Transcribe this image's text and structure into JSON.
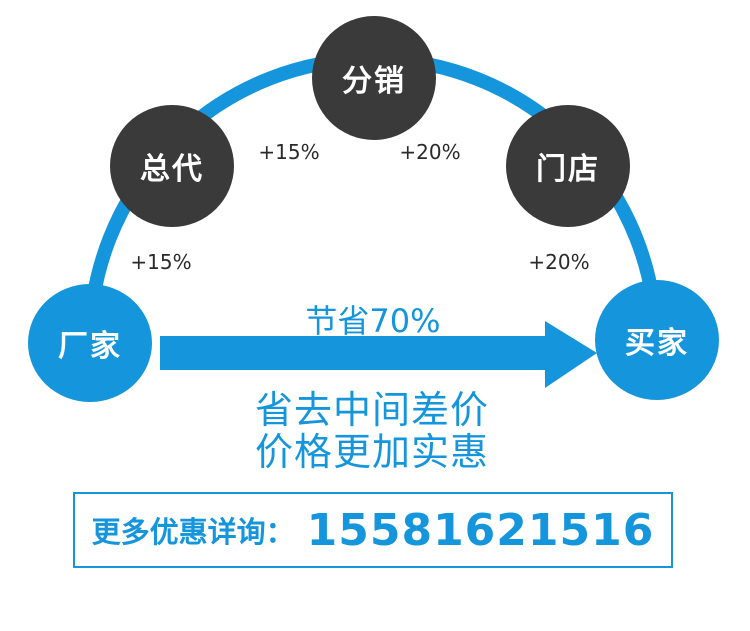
{
  "nodes": {
    "factory": "厂家",
    "general_agent": "总代",
    "distributor": "分销",
    "store": "门店",
    "buyer": "买家"
  },
  "markups": {
    "factory_to_general": "+15%",
    "general_to_distributor": "+15%",
    "distributor_to_store": "+20%",
    "store_to_buyer": "+20%"
  },
  "savings": "节省70%",
  "slogan": {
    "line1": "省去中间差价",
    "line2": "价格更加实惠"
  },
  "contact": {
    "label": "更多优惠详询：",
    "phone": "15581621516"
  },
  "colors": {
    "blue": "#1596dc",
    "dark": "#3a3a3a"
  }
}
